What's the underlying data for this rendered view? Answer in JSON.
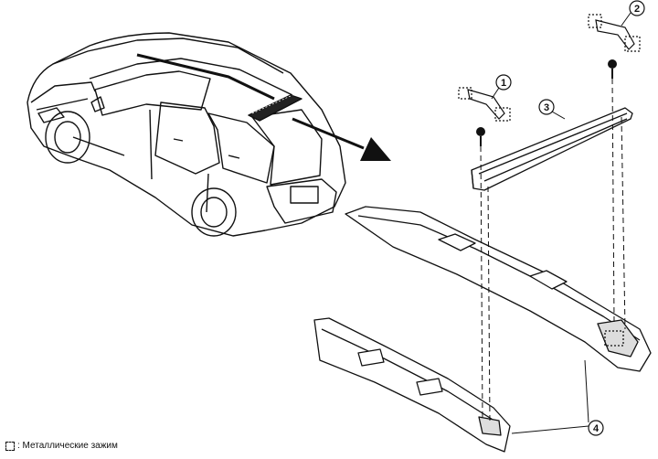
{
  "callouts": {
    "c1": "1",
    "c2": "2",
    "c3": "3",
    "c4": "4"
  },
  "legend": {
    "symbol_name": "metal-clip-symbol",
    "text": ": Металлические зажим"
  }
}
